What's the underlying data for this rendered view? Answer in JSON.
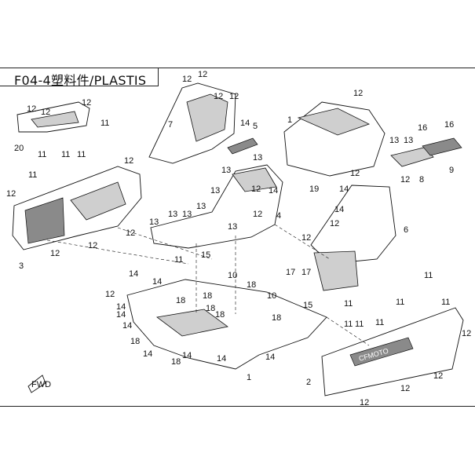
{
  "header": {
    "title": "F04-4塑料件/PLASTIS"
  },
  "callouts": {
    "n1": "1",
    "n2": "2",
    "n3": "3",
    "n4": "4",
    "n5": "5",
    "n6": "6",
    "n7": "7",
    "n8": "8",
    "n9": "9",
    "n10": "10",
    "n11": "11",
    "n12": "12",
    "n13": "13",
    "n14": "14",
    "n15": "15",
    "n16": "16",
    "n17": "17",
    "n18": "18",
    "n19": "19",
    "n20": "20"
  },
  "brand_mark": "CFMOTO",
  "fwd_mark": "FWD"
}
